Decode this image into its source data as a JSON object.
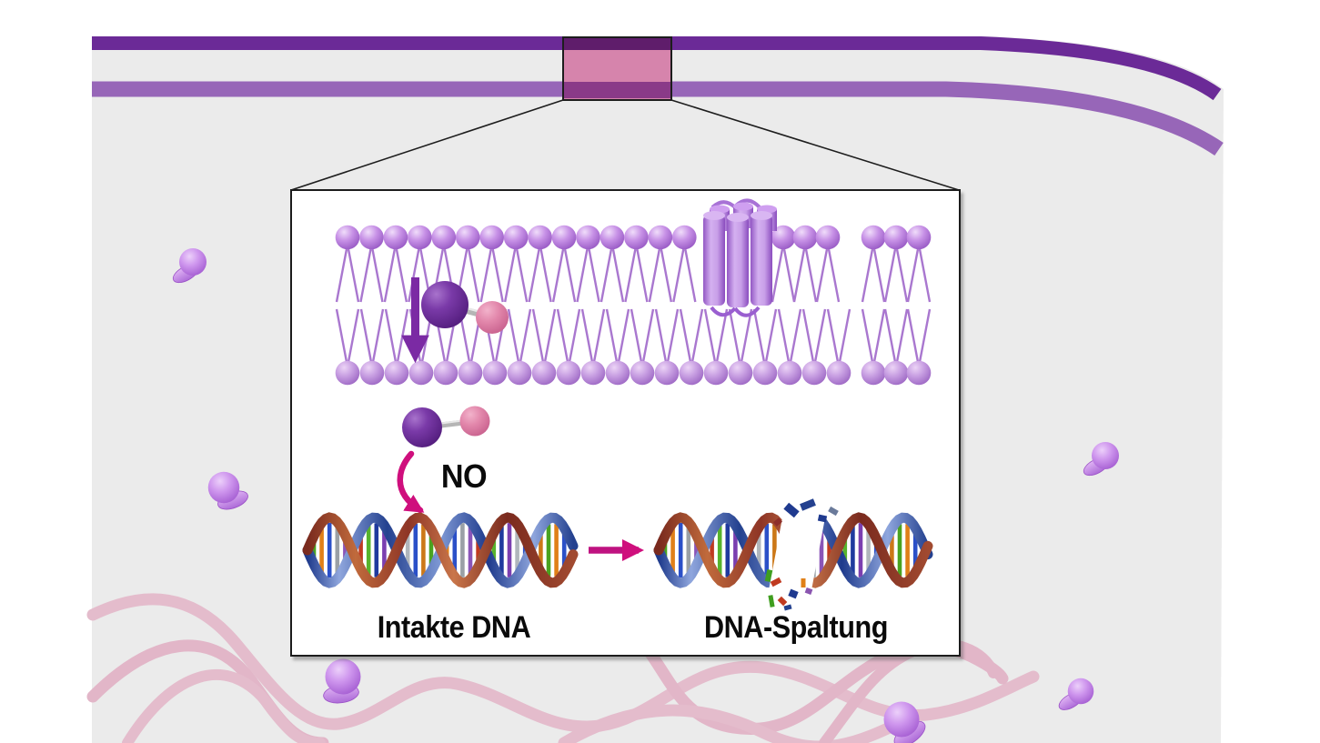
{
  "labels": {
    "no_molecule": "NO",
    "intact_dna": "Intakte DNA",
    "dna_cleavage": "DNA-Spaltung"
  },
  "colors": {
    "page_background": "#ffffff",
    "cytoplasm": "#ebebeb",
    "outer_membrane_band": "#6b2a97",
    "inner_membrane_band": "#9766b8",
    "highlight_over_dark_band": "#5f1d6b",
    "highlight_over_cytoplasm": "#d684ac",
    "highlight_over_light_band": "#8a3a88",
    "highlight_border": "#1d1d1d",
    "inset_border": "#1c1c1c",
    "lipid_tail": "#a977cf",
    "lipid_head_main": "#b67fdc",
    "protein_channel": "#b387e0",
    "nitrogen_sphere": "#6a2d96",
    "oxygen_sphere": "#e07ca4",
    "bond_gray": "#c2c2c2",
    "membrane_arrow_purple": "#7b2aa4",
    "attack_arrow_magenta": "#d0107e",
    "reaction_arrow_magenta": "#bf1280",
    "dna_strand_blue": "#24418f",
    "dna_strand_red": "#93392a",
    "ribosome_purple": "#c78be6",
    "chromatin_pink": "#e4bccc",
    "label_text": "#0a0a0a",
    "dna_rung_palette": [
      "#4aa320",
      "#e08018",
      "#2b50c8",
      "#9aa0a6",
      "#8a55b8",
      "#c03a20",
      "#57b32c",
      "#1f3a9e",
      "#7b3fb0",
      "#b0b6bc",
      "#2b50c8",
      "#cc7818"
    ],
    "debris_palette": [
      "#1f3a8f",
      "#24418f",
      "#6a7a9a",
      "#8e2f2a",
      "#3f9e1f",
      "#c03a20",
      "#e08018",
      "#8a55b0"
    ]
  }
}
